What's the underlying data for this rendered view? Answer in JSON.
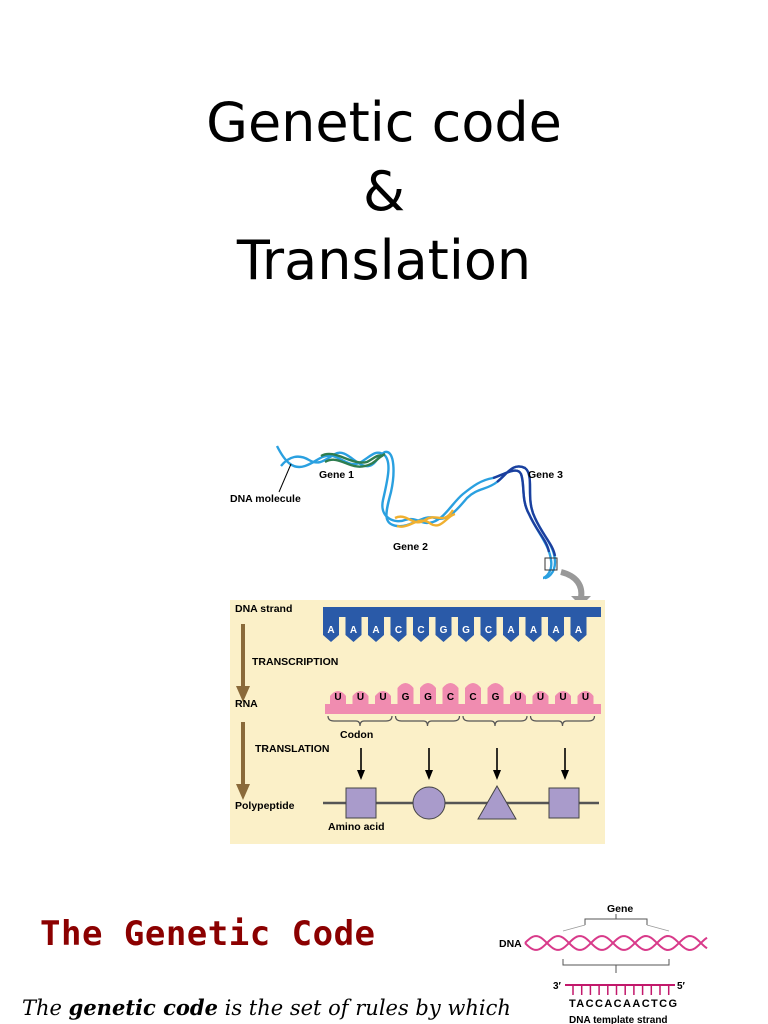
{
  "title": {
    "line1": "Genetic code",
    "line2": "&",
    "line3": "Translation"
  },
  "figure1": {
    "dna_molecule_label": "DNA molecule",
    "gene1_label": "Gene 1",
    "gene2_label": "Gene 2",
    "gene3_label": "Gene 3",
    "dna_strand_label": "DNA strand",
    "transcription_label": "TRANSCRIPTION",
    "rna_label": "RNA",
    "translation_label": "TRANSLATION",
    "codon_label": "Codon",
    "polypeptide_label": "Polypeptide",
    "amino_acid_label": "Amino acid",
    "dna_bases": [
      "A",
      "A",
      "A",
      "C",
      "C",
      "G",
      "G",
      "C",
      "A",
      "A",
      "A",
      "A"
    ],
    "rna_bases": [
      "U",
      "U",
      "U",
      "G",
      "G",
      "C",
      "C",
      "G",
      "U",
      "U",
      "U",
      "U"
    ],
    "colors": {
      "panel": "#fbf0c8",
      "dna": "#2a5aa8",
      "rna": "#f08cb0",
      "amino_acid": "#a99bcb",
      "arrow": "#8a6a3a",
      "gene1": "#2e7d4f",
      "gene2": "#f0b030",
      "gene3": "#1c3f9e",
      "helix": "#2aa0e0"
    }
  },
  "section": {
    "heading": "The Genetic Code",
    "body_prefix": "The ",
    "body_bold": "genetic code",
    "body_suffix": " is the set of rules by which"
  },
  "figure2": {
    "gene_label": "Gene",
    "dna_label": "DNA",
    "three_prime": "3′",
    "five_prime": "5′",
    "sequence": "TACCACAACTCG",
    "template_label": "DNA template strand",
    "colors": {
      "helix": "#d83a8a",
      "ticks": "#c2186b"
    }
  }
}
